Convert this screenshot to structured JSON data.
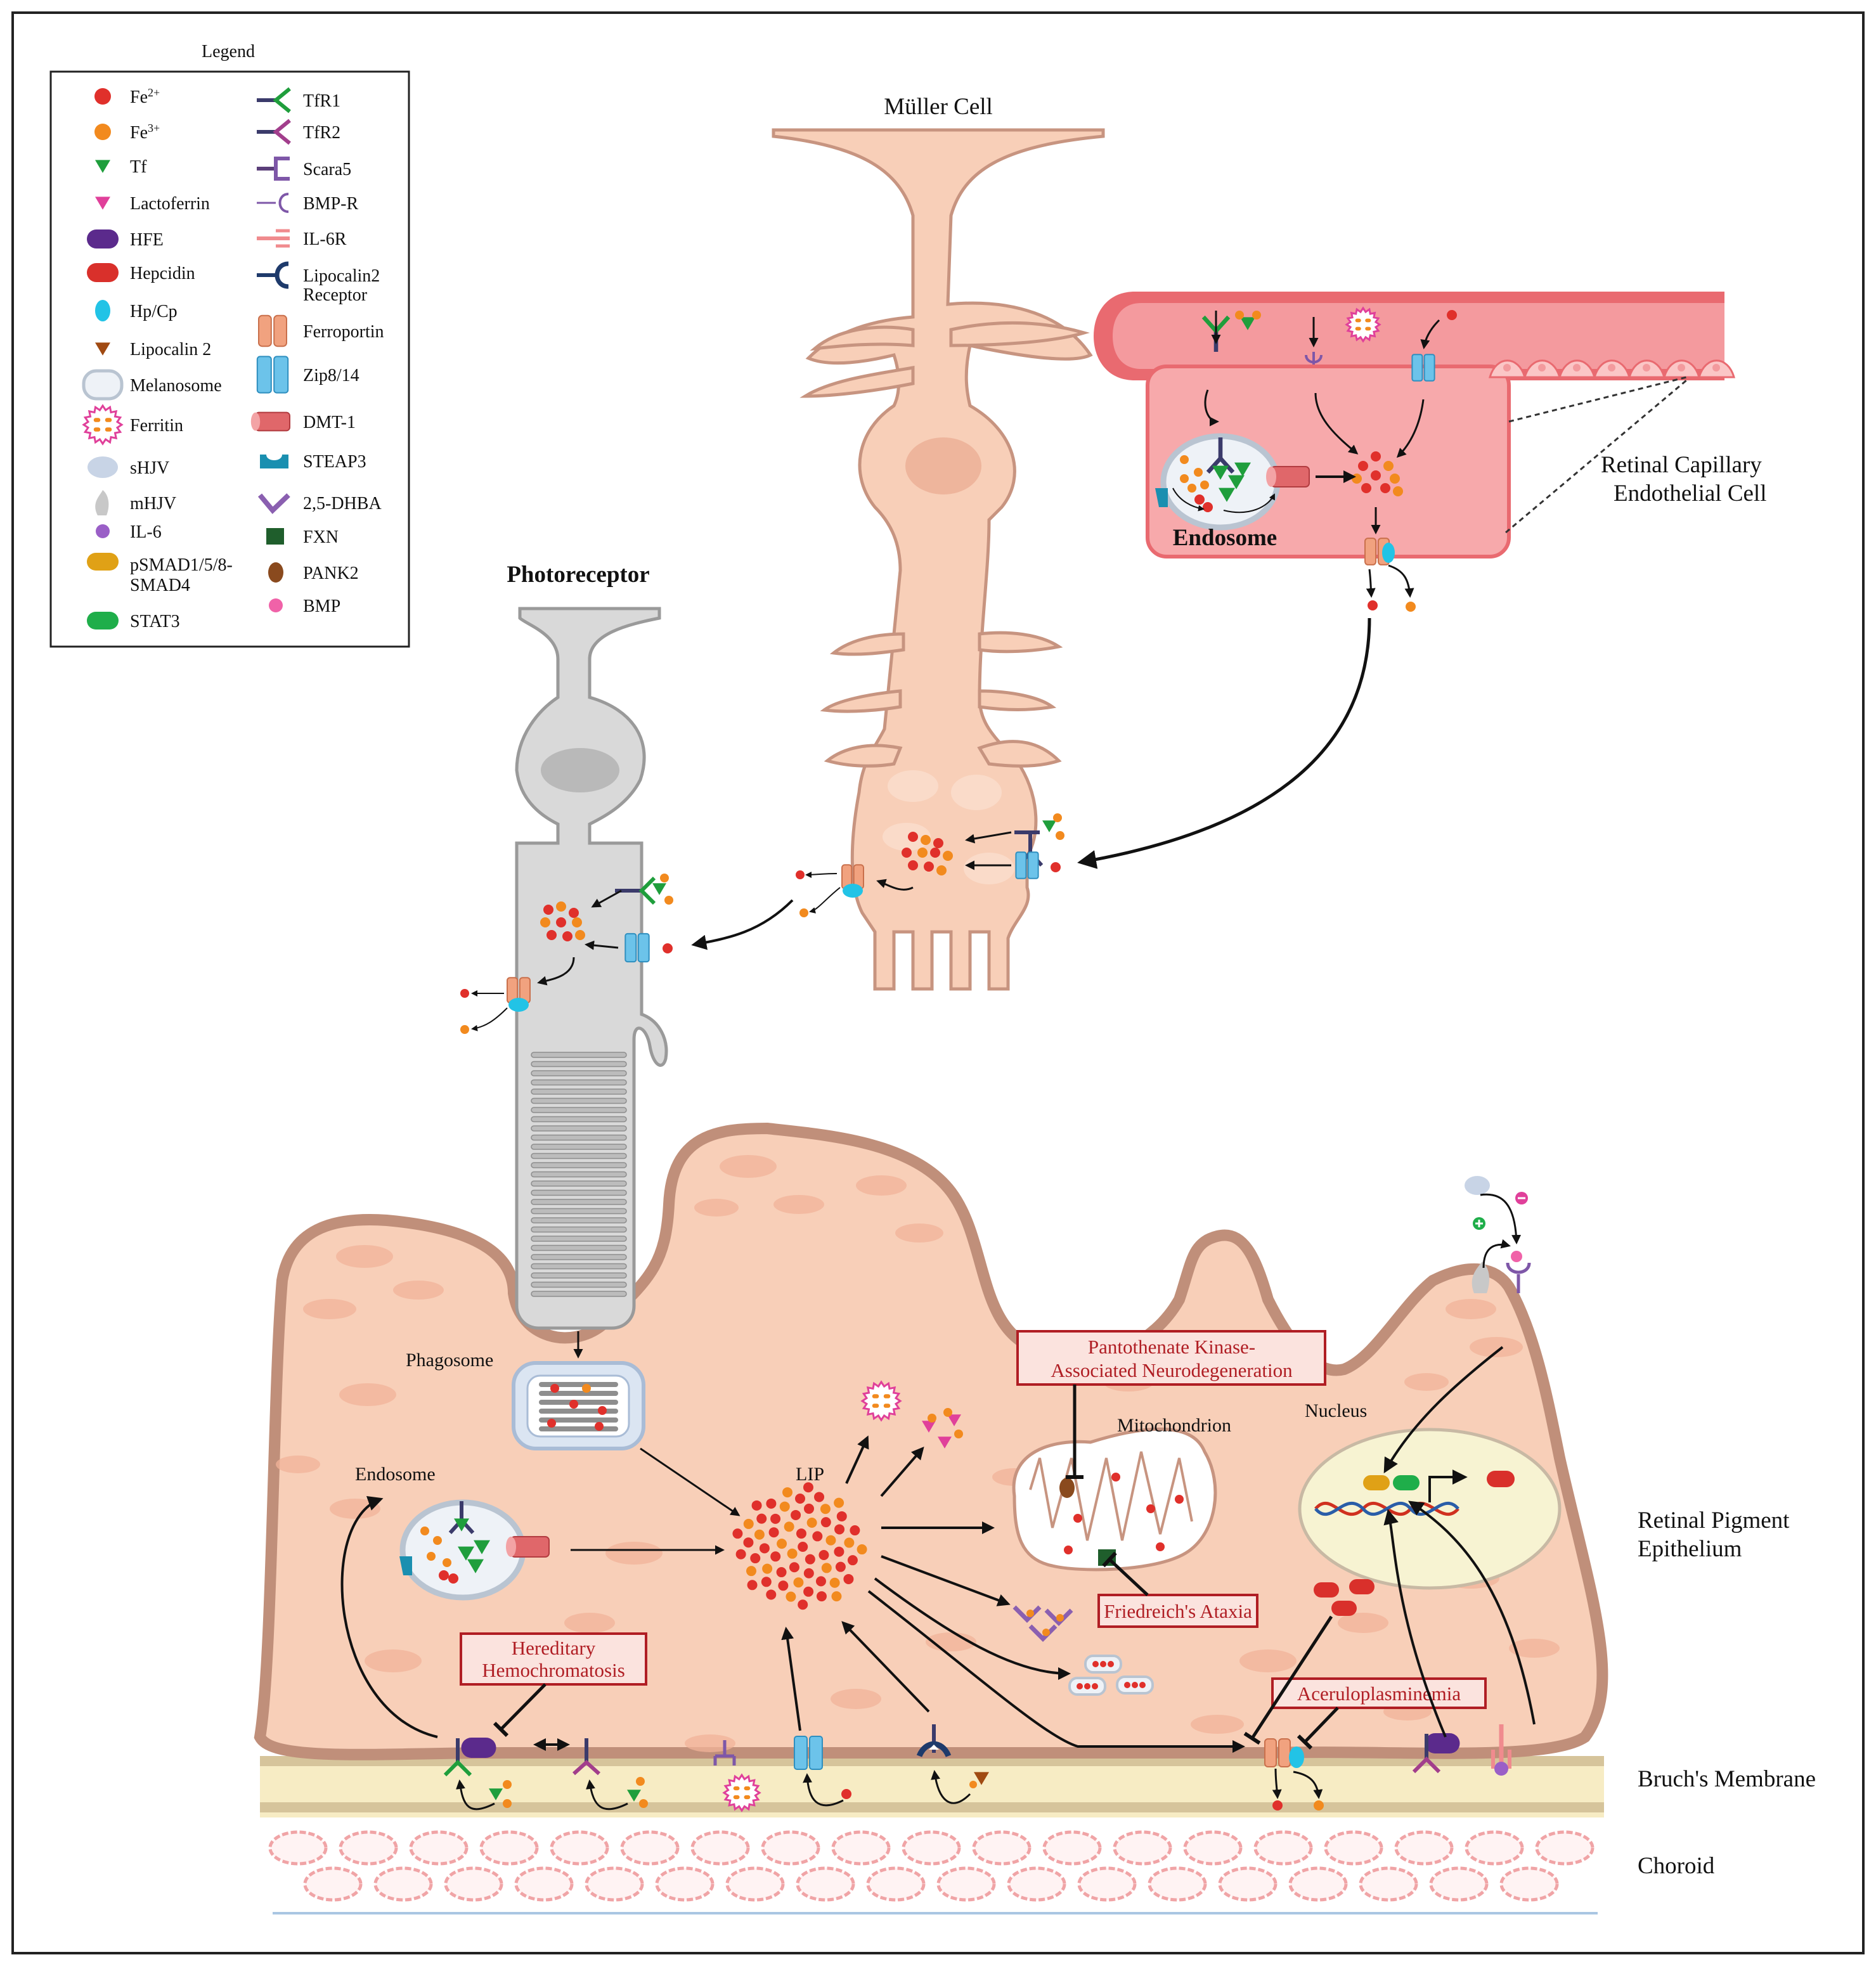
{
  "legend": {
    "title": "Legend",
    "col1": [
      {
        "icon": "fe2-dot-icon",
        "label": "Fe",
        "sup": "2+"
      },
      {
        "icon": "fe3-dot-icon",
        "label": "Fe",
        "sup": "3+"
      },
      {
        "icon": "transferrin-triangle-icon",
        "label": "Tf"
      },
      {
        "icon": "lactoferrin-triangle-icon",
        "label": "Lactoferrin"
      },
      {
        "icon": "hfe-capsule-icon",
        "label": "HFE"
      },
      {
        "icon": "hepcidin-capsule-icon",
        "label": "Hepcidin"
      },
      {
        "icon": "hp-cp-oval-icon",
        "label": "Hp/Cp"
      },
      {
        "icon": "lipocalin2-triangle-icon",
        "label": "Lipocalin 2"
      },
      {
        "icon": "melanosome-icon",
        "label": "Melanosome"
      },
      {
        "icon": "ferritin-star-icon",
        "label": "Ferritin"
      },
      {
        "icon": "shjv-oval-icon",
        "label": "sHJV"
      },
      {
        "icon": "mhjv-icon",
        "label": "mHJV"
      },
      {
        "icon": "il6-dot-icon",
        "label": "IL-6"
      },
      {
        "icon": "psmad-capsule-icon",
        "label": "pSMAD1/5/8-",
        "label2": "SMAD4"
      },
      {
        "icon": "stat3-capsule-icon",
        "label": "STAT3"
      }
    ],
    "col2": [
      {
        "icon": "tfr1-receptor-icon",
        "label": "TfR1"
      },
      {
        "icon": "tfr2-receptor-icon",
        "label": "TfR2"
      },
      {
        "icon": "scara5-receptor-icon",
        "label": "Scara5"
      },
      {
        "icon": "bmp-r-receptor-icon",
        "label": "BMP-R"
      },
      {
        "icon": "il6r-receptor-icon",
        "label": "IL-6R"
      },
      {
        "icon": "lipocalin2-receptor-icon",
        "label": "Lipocalin2",
        "label2": "Receptor"
      },
      {
        "icon": "ferroportin-channel-icon",
        "label": "Ferroportin"
      },
      {
        "icon": "zip8-14-channel-icon",
        "label": "Zip8/14"
      },
      {
        "icon": "dmt1-channel-icon",
        "label": "DMT-1"
      },
      {
        "icon": "steap3-icon",
        "label": "STEAP3"
      },
      {
        "icon": "dhba-chevron-icon",
        "label": "2,5-DHBA"
      },
      {
        "icon": "fxn-square-icon",
        "label": "FXN"
      },
      {
        "icon": "pank2-oval-icon",
        "label": "PANK2"
      },
      {
        "icon": "bmp-dot-icon",
        "label": "BMP"
      }
    ]
  },
  "labels": {
    "muller": "Müller Cell",
    "photoreceptor": "Photoreceptor",
    "endothelial1": "Retinal Capillary",
    "endothelial2": "Endothelial Cell",
    "endosome_top": "Endosome",
    "phagosome": "Phagosome",
    "endosome_rpe": "Endosome",
    "lip": "LIP",
    "mitochondrion": "Mitochondrion",
    "nucleus": "Nucleus",
    "rpe1": "Retinal Pigment",
    "rpe2": "Epithelium",
    "bruch": "Bruch's Membrane",
    "choroid": "Choroid"
  },
  "diseases": {
    "pkan1": "Pantothenate Kinase-",
    "pkan2": "Associated Neurodegeneration",
    "friedreich": "Friedreich's Ataxia",
    "hh1": "Hereditary",
    "hh2": "Hemochromatosis",
    "acp": "Aceruloplasminemia"
  },
  "colors": {
    "fe2": "#e0302b",
    "fe3": "#f28a1e",
    "tf": "#1f9e3c",
    "lactoferrin": "#e0409a",
    "hfe": "#5b2a8c",
    "hepcidin": "#d9302b",
    "hpcp": "#22c3e6",
    "cell": "#f8cfb8",
    "cell_edge": "#c79480",
    "rpe_border": "#c08f7a",
    "endothelial": "#f5a3a5",
    "vessel": "#e96a70",
    "photoreceptor": "#d9d9d9",
    "disease": "#b01e24"
  }
}
